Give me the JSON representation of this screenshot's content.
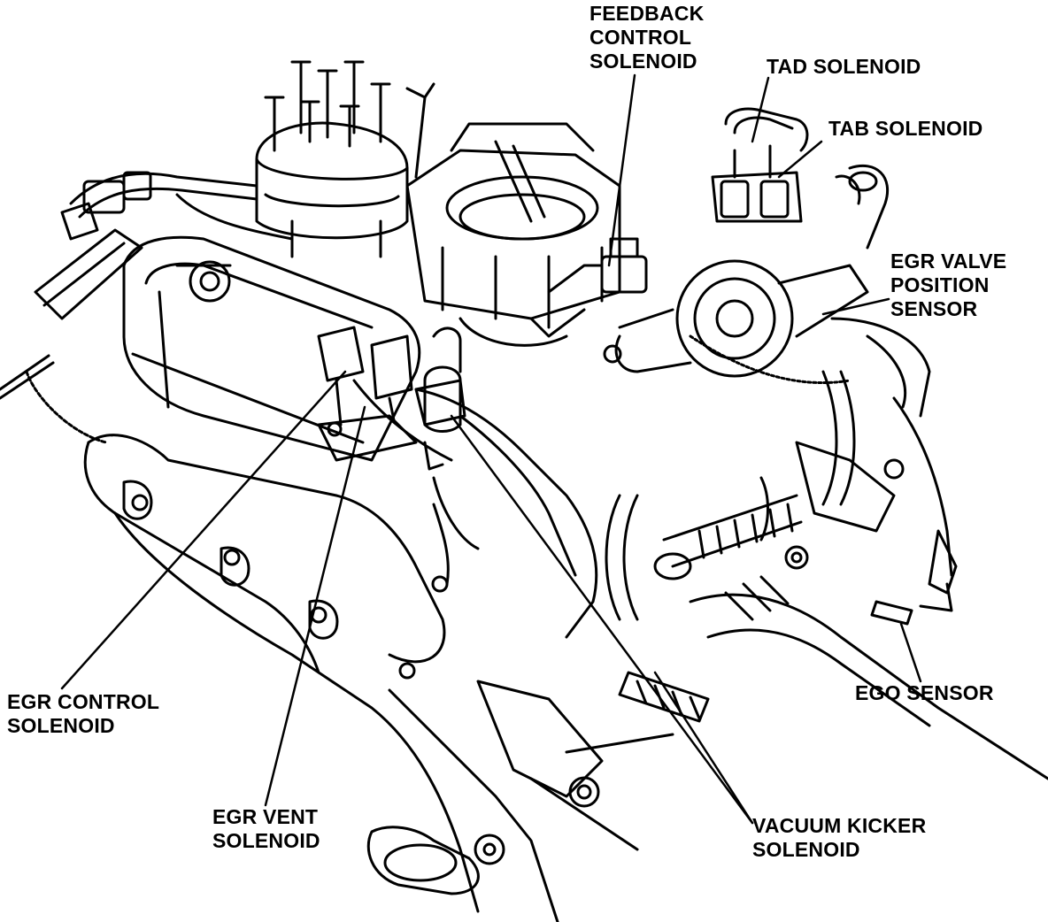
{
  "diagram": {
    "colors": {
      "ink": "#000000",
      "paper": "#ffffff"
    },
    "labels": {
      "feedback_control_solenoid": [
        "FEEDBACK",
        "CONTROL",
        "SOLENOID"
      ],
      "tad_solenoid": [
        "TAD SOLENOID"
      ],
      "tab_solenoid": [
        "TAB SOLENOID"
      ],
      "egr_valve_position_sensor": [
        "EGR VALVE",
        "POSITION",
        "SENSOR"
      ],
      "ego_sensor": [
        "EGO SENSOR"
      ],
      "vacuum_kicker_solenoid": [
        "VACUUM KICKER",
        "SOLENOID"
      ],
      "egr_vent_solenoid": [
        "EGR VENT",
        "SOLENOID"
      ],
      "egr_control_solenoid": [
        "EGR CONTROL",
        "SOLENOID"
      ]
    }
  }
}
